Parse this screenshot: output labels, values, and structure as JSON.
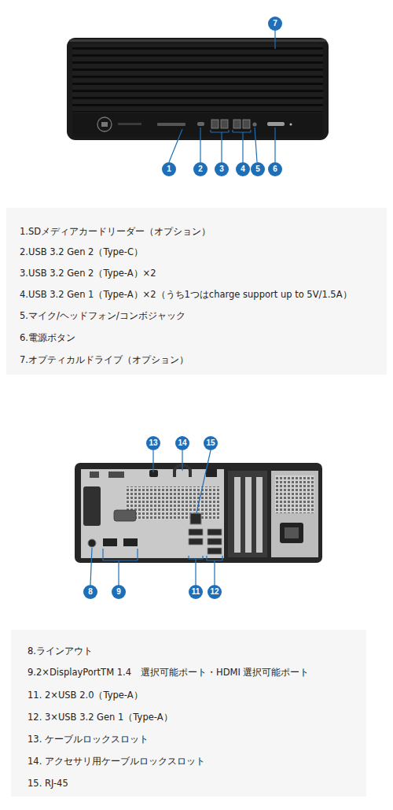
{
  "diagram": {
    "labels": [
      "7",
      "1",
      "2",
      "3",
      "4",
      "5",
      "6",
      "1.SDメディアカードリーダー（オプション）",
      "2.USB 3.2 Gen 2（Type-C）",
      "3.USB 3.2 Gen 2（Type-A）×2",
      "4.USB 3.2 Gen 1（Type-A）×2（うち1つはcharge support up to 5V/1.5A）",
      "5.マイク/ヘッドフォン/コンボジャック",
      "6.電源ボタン",
      "7.オプティカルドライブ（オプション）",
      "13",
      "14",
      "15",
      "8",
      "9",
      "11",
      "12",
      "8.ラインアウト",
      "9.2×DisplayPortTM 1.4　選択可能ポート・HDMI 選択可能ポート",
      "11. 2×USB 2.0（Type-A）",
      "12. 3×USB 3.2 Gen 1（Type-A）",
      "13. ケーブルロックスロット",
      "14. アクセサリ用ケーブルロックスロット",
      "15. RJ-45"
    ]
  }
}
